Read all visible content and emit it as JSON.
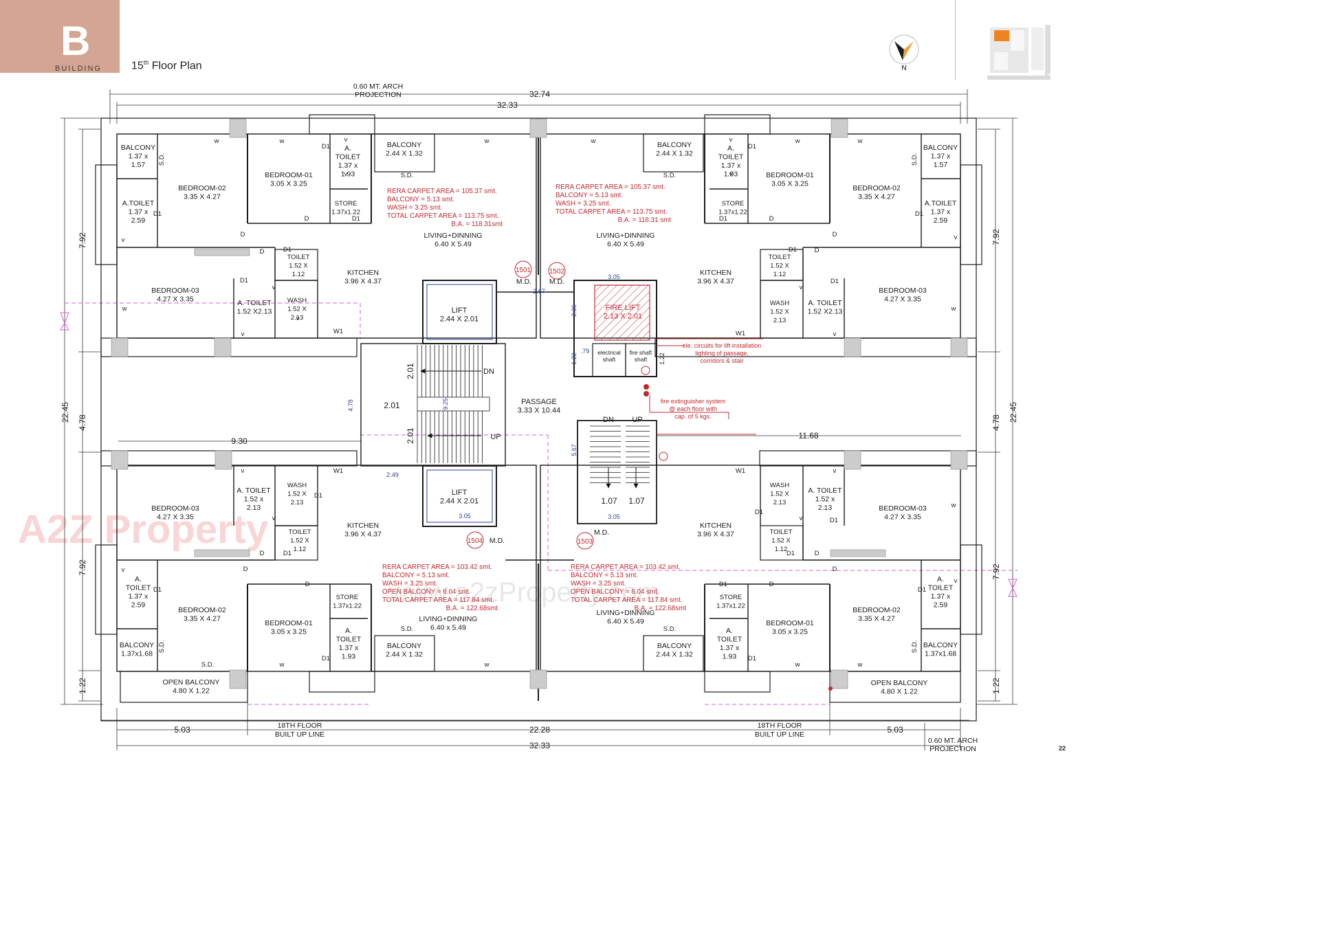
{
  "header": {
    "building_letter": "B",
    "building_label": "BUILDING",
    "title_pre": "15",
    "title_sup": "th",
    "title_post": " Floor Plan",
    "north_label": "N",
    "page_number": "22"
  },
  "colors": {
    "badge": "#d4a592",
    "wall": "#1a1a1a",
    "column": "#cccccc",
    "red_note": "#c1272d",
    "blue_dim": "#2b3fa0",
    "magenta_dash": "#e05bd3",
    "key_orange": "#f0831e"
  },
  "dimensions": {
    "top_outer": "32.74",
    "top_inner": "32.33",
    "arch_top": "0.60 MT. ARCH\nPROJECTION",
    "arch_bottom": "0.60 MT. ARCH\nPROJECTION",
    "left_outer": "22.45",
    "right_outer": "22.45",
    "left_upper": "7.92",
    "left_mid": "4.78",
    "left_lower": "7.92",
    "left_bottom": "1.22",
    "right_upper": "7.92",
    "right_mid": "4.78",
    "right_lower": "7.92",
    "right_bottom": "1.22",
    "bottom_total": "32.33",
    "bottom_mid": "22.28",
    "bottom_left": "5.03",
    "bottom_right": "5.03",
    "core_930": "9.30",
    "core_1168": "11.68",
    "builtup_left": "18TH FLOOR\nBUILT UP LINE",
    "builtup_right": "18TH FLOOR\nBUILT UP LINE",
    "stair_201_a": "2.01",
    "stair_201_b": "2.01",
    "stair_201_c": "2.01",
    "stair_478": "4.78",
    "stair_925": "9.25",
    "stair_249": "2.49",
    "core_267": "2.67",
    "core_305_top": "3.05",
    "core_305_lift": "3.05",
    "core_305_stair": "3.05",
    "core_236": "2.36",
    "core_122_a": "1.22",
    "core_122_b": "1.22",
    "core_079": ".79",
    "core_567": "5.67",
    "stair_107_a": "1.07",
    "stair_107_b": "1.07"
  },
  "core": {
    "passage": "PASSAGE\n3.33 X 10.44",
    "lift_top": "LIFT\n2.44 X 2.01",
    "lift_bottom": "LIFT\n2.44 X 2.01",
    "fire_lift": "FIRE LIFT\n2.13 X 2.01",
    "electrical_shaft": "electrical\nshaft",
    "fire_shaft": "fire shaft\nshaft",
    "dn_1": "DN",
    "up_1": "UP",
    "dn_2": "DN",
    "up_2": "UP",
    "note_elec": "ele. circuits for lift installation\nlighting of passage,\ncorridors & stair",
    "note_fire": "fire extinguisher system\n@ each floor with\ncap. of 5 kgs.",
    "md_1501": "M.D.",
    "md_1502": "M.D.",
    "md_1503": "M.D.",
    "md_1504": "M.D."
  },
  "flats": [
    {
      "no": "1501",
      "area": [
        "RERA CARPET AREA  =  105.37 smt.",
        "BALCONY                  =     5.13 smt.",
        "WASH                      =     3.25 smt.",
        "TOTAL CARPET AREA  =  113.75 smt.",
        "B.A. = 118.31smt"
      ]
    },
    {
      "no": "1502",
      "area": [
        "RERA CARPET AREA  =  105.37 smt.",
        "BALCONY                  =     5.13 smt.",
        "WASH                      =     3.25 smt.",
        "TOTAL CARPET AREA  =  113.75 smt.",
        "B.A. = 118.31 smt"
      ]
    },
    {
      "no": "1503",
      "area": [
        "RERA CARPET AREA  =  103.42 smt.",
        "BALCONY                  =     5.13 smt.",
        "WASH                      =     3.25 smt.",
        "OPEN BALCONY          =     6.04 smt.",
        "TOTAL CARPET AREA  =  117.84 smt.",
        "B.A. = 122.68smt"
      ]
    },
    {
      "no": "1504",
      "area": [
        "RERA CARPET AREA  =  103.42 smt.",
        "BALCONY                  =     5.13 smt.",
        "WASH                      =     3.25 smt.",
        "OPEN BALCONY          =     6.04 smt.",
        "TOTAL CARPET AREA  =  117.84 smt.",
        "B.A. = 122.68smt"
      ]
    }
  ],
  "rooms": {
    "tl_balcony_nw": "BALCONY\n1.37 x\n1.57",
    "tl_bedroom02": "BEDROOM-02\n3.35 X 4.27",
    "tl_bedroom01": "BEDROOM-01\n3.05 X 3.25",
    "tl_atoilet_top": "A.\nTOILET\n1.37 x\n1.93",
    "tl_store": "STORE\n1.37x1.22",
    "tl_balcony_n": "BALCONY\n2.44 X 1.32",
    "tl_atoilet_w": "A.TOILET\n1.37 x\n2.59",
    "tl_living": "LIVING+DINNING\n6.40 X 5.49",
    "tl_kitchen": "KITCHEN\n3.96 X 4.37",
    "tl_toilet": "TOILET\n1.52 X\n1.12",
    "tl_wash": "WASH\n1.52 X\n2.13",
    "tl_atoilet_mid": "A. TOILET\n1.52 X2.13",
    "tl_bedroom03": "BEDROOM-03\n4.27 X 3.35",
    "tr_balcony_n": "BALCONY\n2.44 X 1.32",
    "tr_atoilet_top": "A.\nTOILET\n1.37 x\n1.93",
    "tr_store": "STORE\n1.37x1.22",
    "tr_bedroom01": "BEDROOM-01\n3.05 X 3.25",
    "tr_bedroom02": "BEDROOM-02\n3.35 X 4.27",
    "tr_balcony_ne": "BALCONY\n1.37 x\n1.57",
    "tr_atoilet_e": "A.TOILET\n1.37 x\n2.59",
    "tr_living": "LIVING+DINNING\n6.40 X 5.49",
    "tr_kitchen": "KITCHEN\n3.96 X 4.37",
    "tr_toilet": "TOILET\n1.52 X\n1.12",
    "tr_wash": "WASH\n1.52 X\n2.13",
    "tr_atoilet_mid": "A. TOILET\n1.52 X2.13",
    "tr_bedroom03": "BEDROOM-03\n4.27 X 3.35",
    "bl_bedroom03": "BEDROOM-03\n4.27 X 3.35",
    "bl_atoilet_mid": "A. TOILET\n1.52 x\n2.13",
    "bl_wash": "WASH\n1.52 X\n2.13",
    "bl_toilet": "TOILET\n1.52 X\n1.12",
    "bl_kitchen": "KITCHEN\n3.96 X 4.37",
    "bl_atoilet_w": "A.\nTOILET\n1.37 x\n2.59",
    "bl_bedroom02": "BEDROOM-02\n3.35 X 4.27",
    "bl_bedroom01": "BEDROOM-01\n3.05 x 3.25",
    "bl_store": "STORE\n1.37x1.22",
    "bl_atoilet_bot": "A.\nTOILET\n1.37 x\n1.93",
    "bl_living": "LIVING+DINNING\n6.40 x 5.49",
    "bl_balcony_s": "BALCONY\n2.44 X 1.32",
    "bl_balcony_sw": "BALCONY\n1.37x1.68",
    "bl_open_balcony": "OPEN BALCONY\n4.80  X 1.22",
    "br_wash": "WASH\n1.52 X\n2.13",
    "br_atoilet_mid": "A. TOILET\n1.52 x\n2.13",
    "br_bedroom03": "BEDROOM-03\n4.27 X 3.35",
    "br_kitchen": "KITCHEN\n3.96 X 4.37",
    "br_toilet": "TOILET\n1.52 X\n1.12",
    "br_living": "LIVING+DINNING\n6.40 X 5.49",
    "br_store": "STORE\n1.37x1.22",
    "br_atoilet_bot": "A.\nTOILET\n1.37 x\n1.93",
    "br_bedroom01": "BEDROOM-01\n3.05 x 3.25",
    "br_bedroom02": "BEDROOM-02\n3.35 X 4.27",
    "br_atoilet_e": "A.\nTOILET\n1.37 x\n2.59",
    "br_balcony_se": "BALCONY\n1.37x1.68",
    "br_balcony_s": "BALCONY\n2.44 X 1.32",
    "br_open_balcony": "OPEN BALCONY\n4.80 X 1.22"
  },
  "tags": {
    "tl": [
      [
        "w",
        315,
        208
      ],
      [
        "w",
        410,
        208
      ],
      [
        "w",
        708,
        208
      ],
      [
        "S.D.",
        238,
        232
      ],
      [
        "S.D.",
        592,
        258
      ],
      [
        "D1",
        474,
        216
      ],
      [
        "v",
        503,
        206
      ],
      [
        "v",
        503,
        256
      ],
      [
        "D1",
        518,
        321
      ],
      [
        "D",
        446,
        321
      ],
      [
        "D",
        353,
        344
      ],
      [
        "D1",
        229,
        314
      ],
      [
        "v",
        179,
        352
      ],
      [
        "D",
        381,
        369
      ],
      [
        "D1",
        418,
        366
      ],
      [
        "D1",
        355,
        411
      ],
      [
        "v",
        398,
        421
      ],
      [
        "v",
        353,
        489
      ],
      [
        "w",
        181,
        452
      ],
      [
        "W1",
        492,
        485
      ],
      [
        "v",
        433,
        466
      ]
    ],
    "tr": [
      [
        "w",
        863,
        208
      ],
      [
        "w",
        1160,
        208
      ],
      [
        "w",
        1251,
        208
      ],
      [
        "S.D.",
        974,
        258
      ],
      [
        "S.D.",
        1333,
        232
      ],
      [
        "D1",
        1094,
        216
      ],
      [
        "v",
        1063,
        206
      ],
      [
        "v",
        1063,
        256
      ],
      [
        "D1",
        1052,
        321
      ],
      [
        "D",
        1122,
        321
      ],
      [
        "D",
        1214,
        344
      ],
      [
        "D1",
        1337,
        314
      ],
      [
        "v",
        1390,
        348
      ],
      [
        "D1",
        1153,
        366
      ],
      [
        "D",
        1188,
        367
      ],
      [
        "D1",
        1214,
        412
      ],
      [
        "w",
        1387,
        452
      ],
      [
        "v",
        1214,
        489
      ],
      [
        "W1",
        1077,
        488
      ],
      [
        "v",
        1165,
        421
      ]
    ],
    "bl": [
      [
        "v",
        353,
        688
      ],
      [
        "D1",
        463,
        724
      ],
      [
        "W1",
        492,
        688
      ],
      [
        "D1",
        418,
        808
      ],
      [
        "D",
        381,
        808
      ],
      [
        "D",
        357,
        831
      ],
      [
        "D1",
        229,
        861
      ],
      [
        "v",
        179,
        832
      ],
      [
        "D",
        447,
        853
      ],
      [
        "D1",
        474,
        961
      ],
      [
        "w",
        410,
        970
      ],
      [
        "w",
        708,
        970
      ],
      [
        "S.D.",
        238,
        941
      ],
      [
        "S.D.",
        302,
        970
      ],
      [
        "S.D.",
        592,
        918
      ],
      [
        "v",
        398,
        757
      ]
    ],
    "br": [
      [
        "v",
        1214,
        688
      ],
      [
        "w",
        1387,
        738
      ],
      [
        "W1",
        1077,
        688
      ],
      [
        "D1",
        1104,
        748
      ],
      [
        "D1",
        1213,
        760
      ],
      [
        "D",
        1188,
        808
      ],
      [
        "D1",
        1150,
        808
      ],
      [
        "D",
        1214,
        831
      ],
      [
        "D1",
        1052,
        853
      ],
      [
        "D",
        1122,
        853
      ],
      [
        "D1",
        1341,
        861
      ],
      [
        "v",
        1390,
        848
      ],
      [
        "D1",
        1094,
        961
      ],
      [
        "w",
        1160,
        970
      ],
      [
        "w",
        1251,
        970
      ],
      [
        "S.D.",
        974,
        918
      ],
      [
        "S.D.",
        1333,
        941
      ],
      [
        "v",
        1165,
        757
      ]
    ]
  },
  "watermark": {
    "logo_text": "A2Z Property",
    "center_text": "www.a2zProperty.com"
  }
}
